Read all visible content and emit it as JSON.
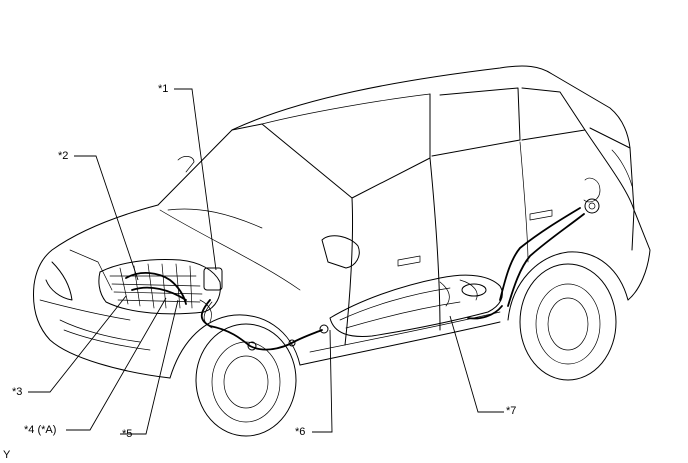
{
  "callouts": {
    "c1": "*1",
    "c2": "*2",
    "c3": "*3",
    "c4": "*4 (*A)",
    "c5": "*5",
    "c6": "*6",
    "c7": "*7"
  },
  "corner_mark": "Y"
}
